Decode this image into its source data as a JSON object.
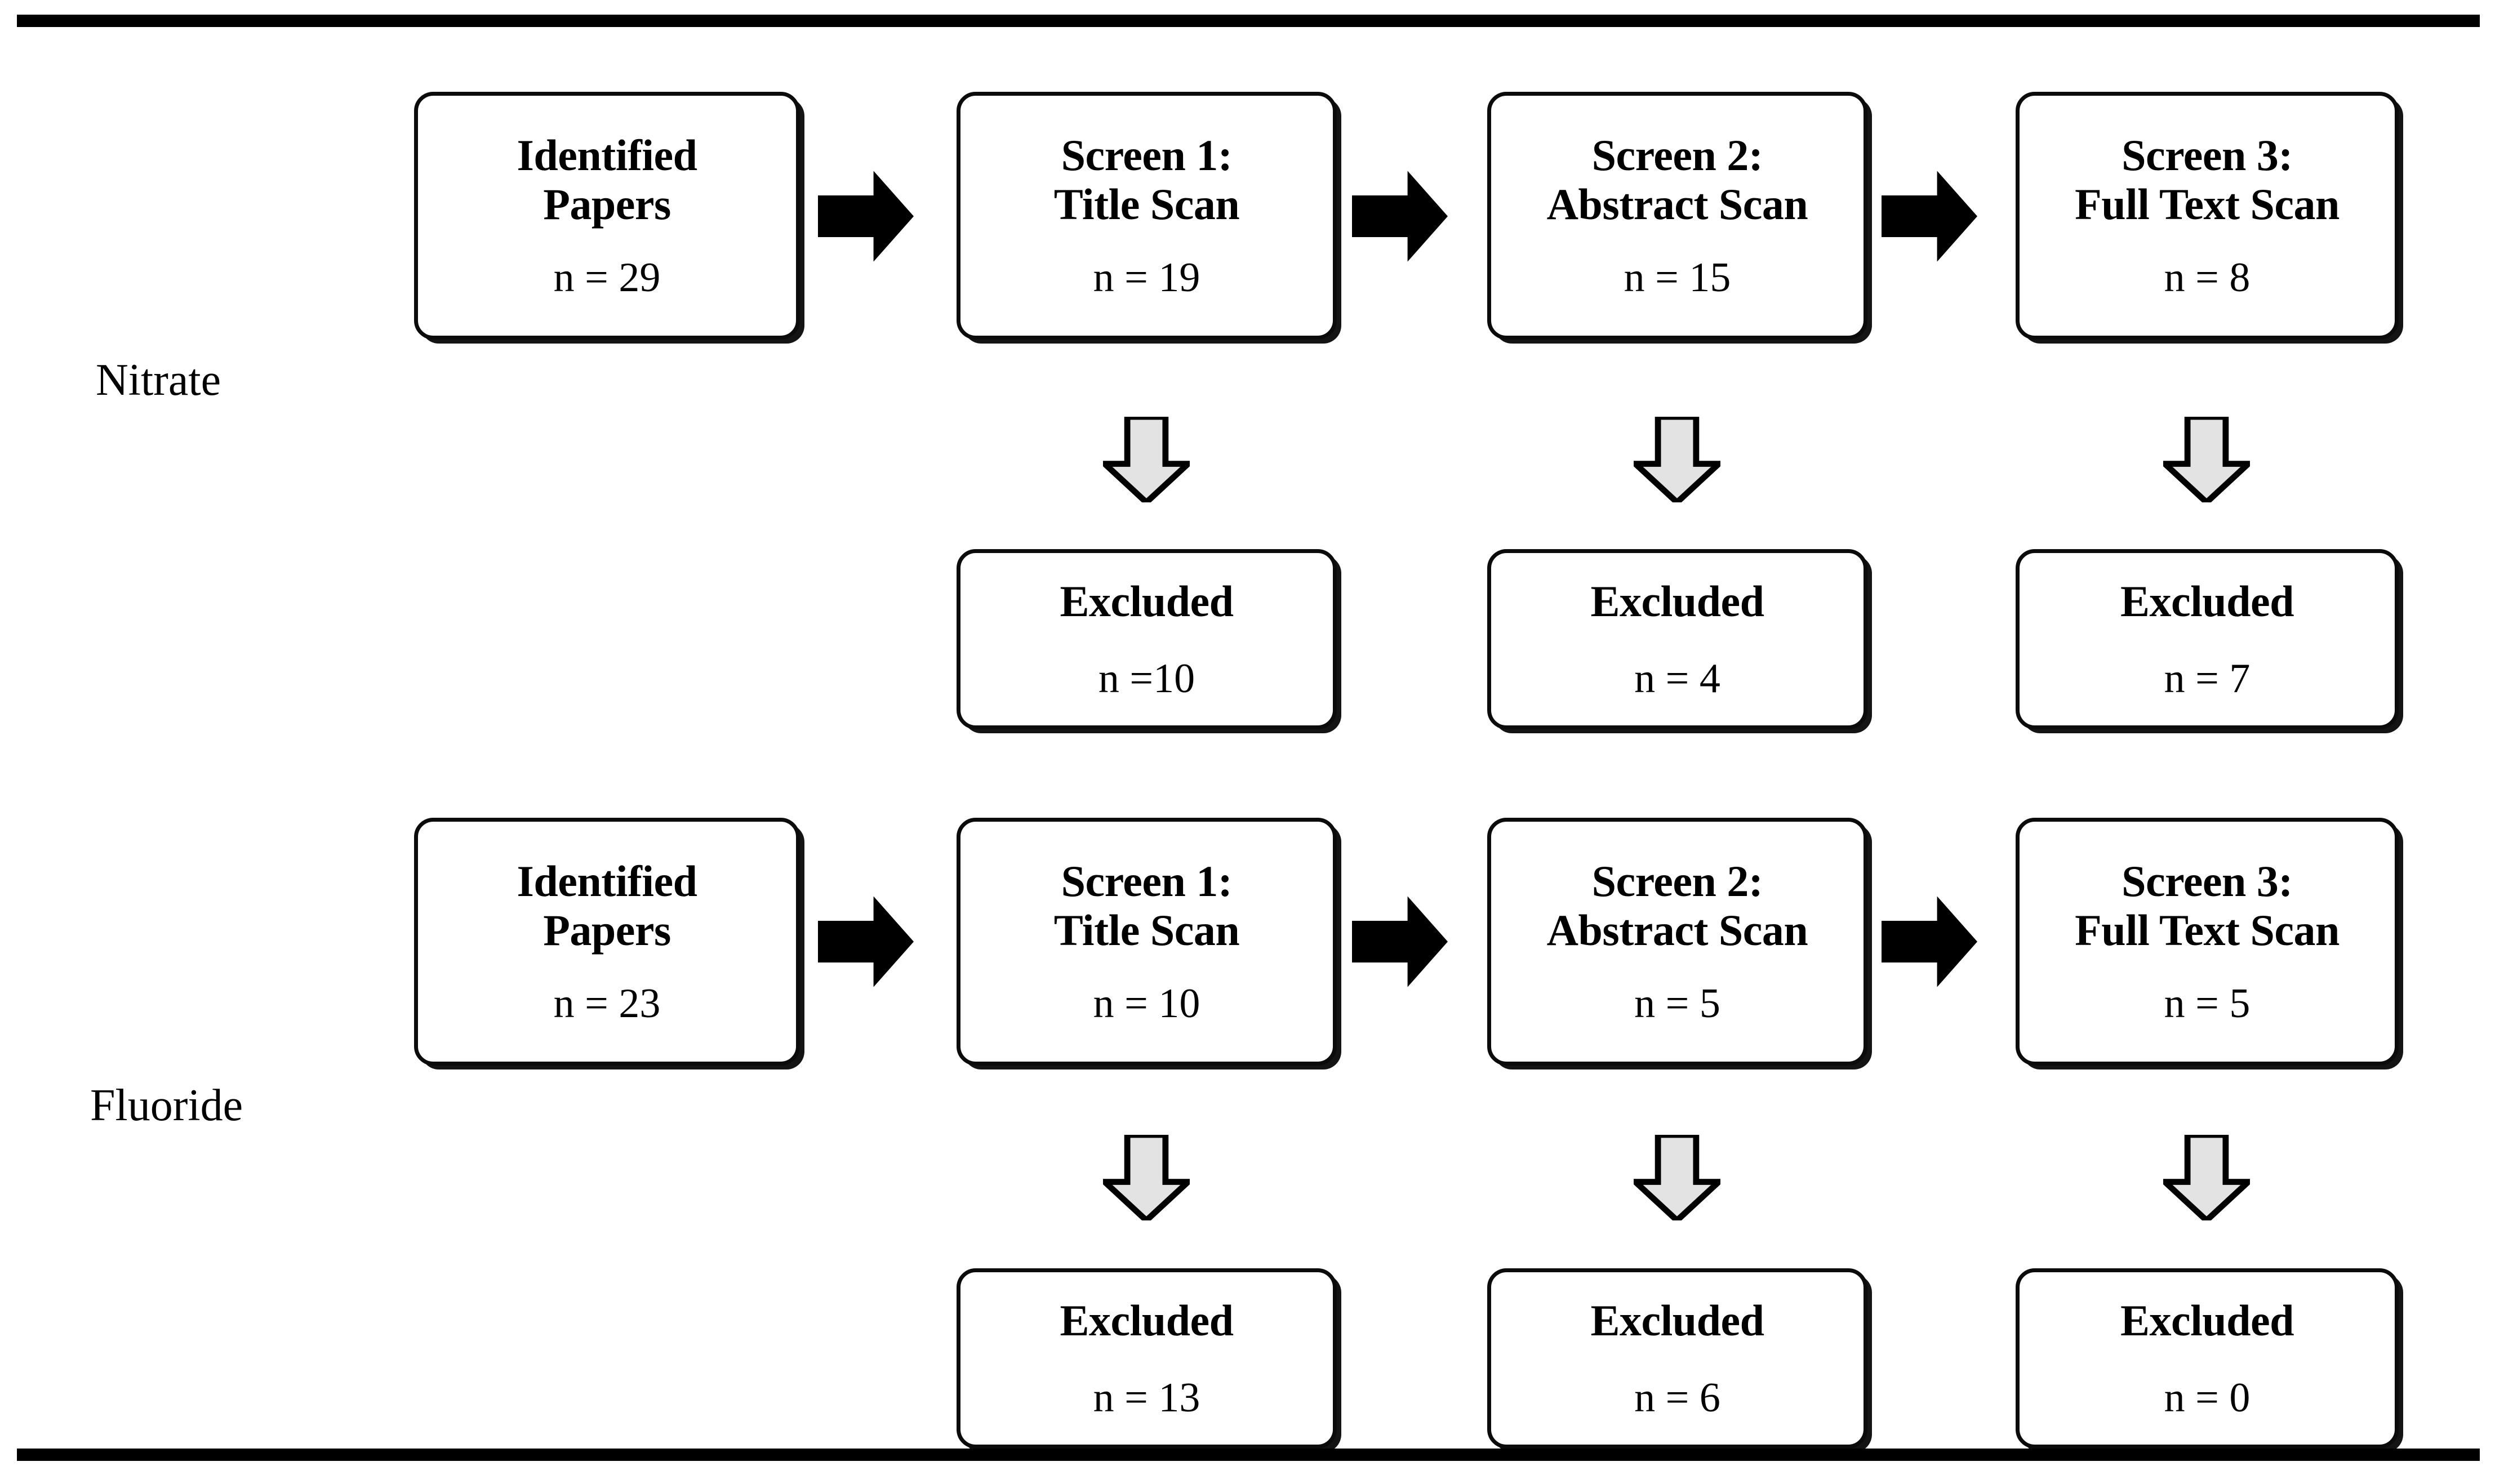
{
  "figure": {
    "type": "flow-diagram",
    "description": "Two-row literature screening flow diagram (PRISMA style) for Nitrate and Fluoride reviews",
    "divider_color": "#000000",
    "node_border_color": "#000000",
    "node_fill_color": "#ffffff",
    "right_arrow_color": "#000000",
    "down_arrow_fill_color": "#e3e3e3",
    "down_arrow_outline_color": "#000000"
  },
  "rows": [
    {
      "label": "Nitrate",
      "stages": [
        {
          "title_line1": "Identified",
          "title_line2": "Papers",
          "count": "n = 29"
        },
        {
          "title_line1": "Screen 1:",
          "title_line2": "Title Scan",
          "count": "n = 19"
        },
        {
          "title_line1": "Screen 2:",
          "title_line2": "Abstract Scan",
          "count": "n = 15"
        },
        {
          "title_line1": "Screen 3:",
          "title_line2": "Full Text Scan",
          "count": "n = 8"
        }
      ],
      "excluded": [
        {
          "title": "Excluded",
          "count": "n =10"
        },
        {
          "title": "Excluded",
          "count": "n = 4"
        },
        {
          "title": "Excluded",
          "count": "n = 7"
        }
      ]
    },
    {
      "label": "Fluoride",
      "stages": [
        {
          "title_line1": "Identified",
          "title_line2": "Papers",
          "count": "n = 23"
        },
        {
          "title_line1": "Screen 1:",
          "title_line2": "Title Scan",
          "count": "n = 10"
        },
        {
          "title_line1": "Screen 2:",
          "title_line2": "Abstract Scan",
          "count": "n = 5"
        },
        {
          "title_line1": "Screen 3:",
          "title_line2": "Full Text Scan",
          "count": "n = 5"
        }
      ],
      "excluded": [
        {
          "title": "Excluded",
          "count": "n = 13"
        },
        {
          "title": "Excluded",
          "count": "n = 6"
        },
        {
          "title": "Excluded",
          "count": "n = 0"
        }
      ]
    }
  ],
  "icons": {
    "right_arrow": "arrow-right-icon",
    "down_arrow": "arrow-down-icon"
  }
}
